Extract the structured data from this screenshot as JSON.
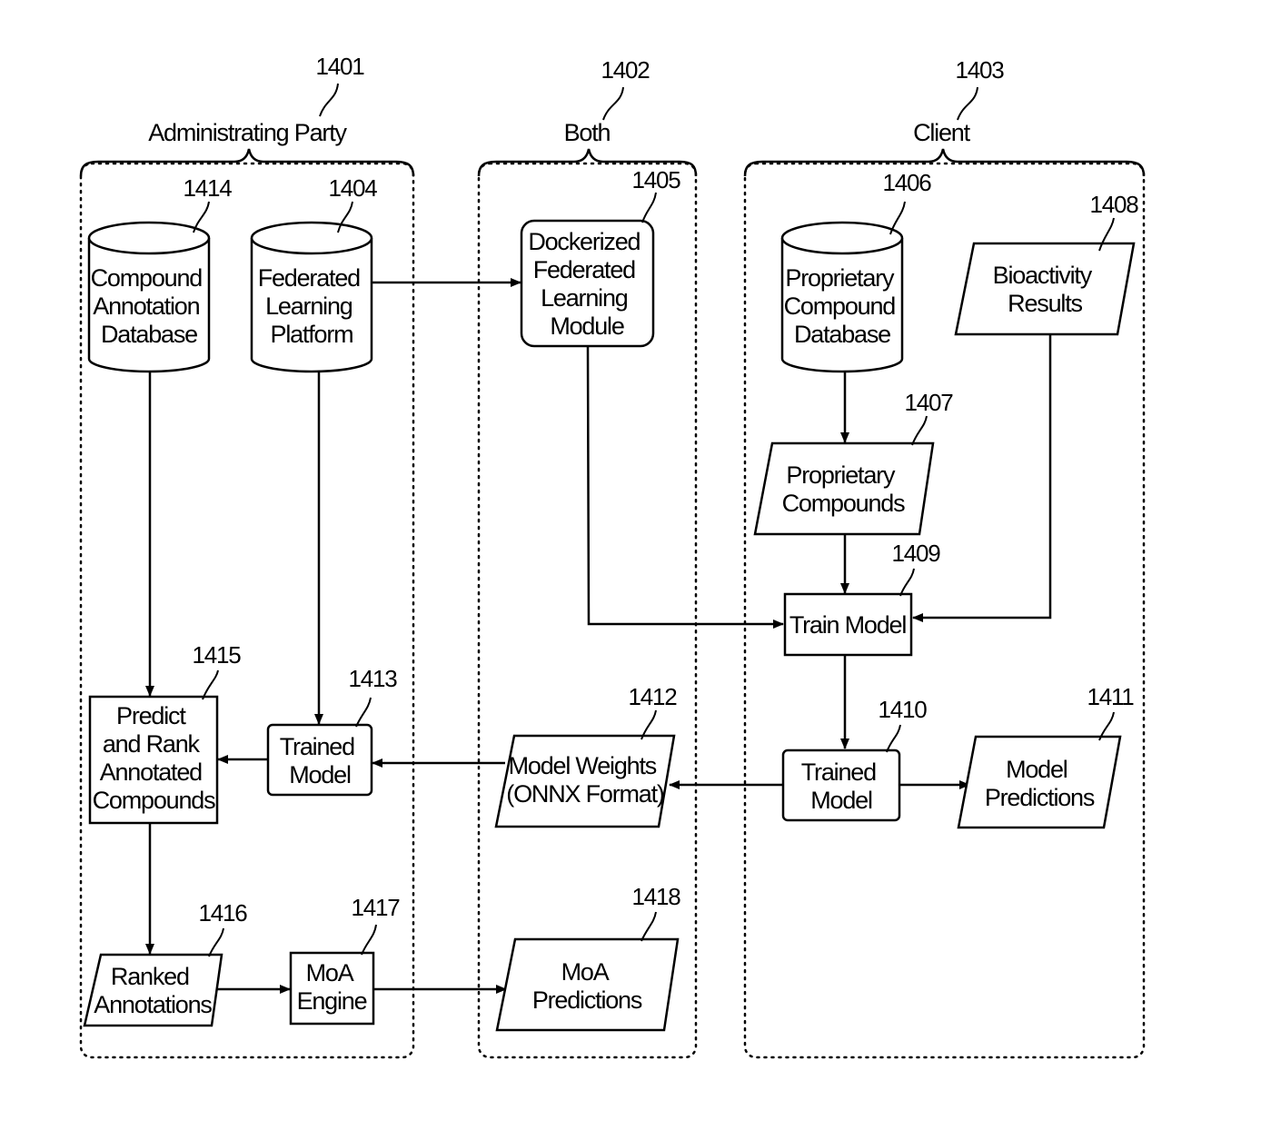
{
  "groups": {
    "admin": {
      "label": "Administrating Party",
      "ref": "1401"
    },
    "both": {
      "label": "Both",
      "ref": "1402"
    },
    "client": {
      "label": "Client",
      "ref": "1403"
    }
  },
  "nodes": {
    "n1404": {
      "ref": "1404",
      "lines": [
        "Federated",
        "Learning",
        "Platform"
      ]
    },
    "n1405": {
      "ref": "1405",
      "lines": [
        "Dockerized",
        "Federated",
        "Learning",
        "Module"
      ]
    },
    "n1406": {
      "ref": "1406",
      "lines": [
        "Proprietary",
        "Compound",
        "Database"
      ]
    },
    "n1407": {
      "ref": "1407",
      "lines": [
        "Proprietary",
        "Compounds"
      ]
    },
    "n1408": {
      "ref": "1408",
      "lines": [
        "Bioactivity",
        "Results"
      ]
    },
    "n1409": {
      "ref": "1409",
      "lines": [
        "Train Model"
      ]
    },
    "n1410": {
      "ref": "1410",
      "lines": [
        "Trained",
        "Model"
      ]
    },
    "n1411": {
      "ref": "1411",
      "lines": [
        "Model",
        "Predictions"
      ]
    },
    "n1412": {
      "ref": "1412",
      "lines": [
        "Model Weights",
        "(ONNX Format)"
      ]
    },
    "n1413": {
      "ref": "1413",
      "lines": [
        "Trained",
        "Model"
      ]
    },
    "n1414": {
      "ref": "1414",
      "lines": [
        "Compound",
        "Annotation",
        "Database"
      ]
    },
    "n1415": {
      "ref": "1415",
      "lines": [
        "Predict",
        "and Rank",
        "Annotated",
        "Compounds"
      ]
    },
    "n1416": {
      "ref": "1416",
      "lines": [
        "Ranked",
        "Annotations"
      ]
    },
    "n1417": {
      "ref": "1417",
      "lines": [
        "MoA",
        "Engine"
      ]
    },
    "n1418": {
      "ref": "1418",
      "lines": [
        "MoA",
        "Predictions"
      ]
    }
  }
}
